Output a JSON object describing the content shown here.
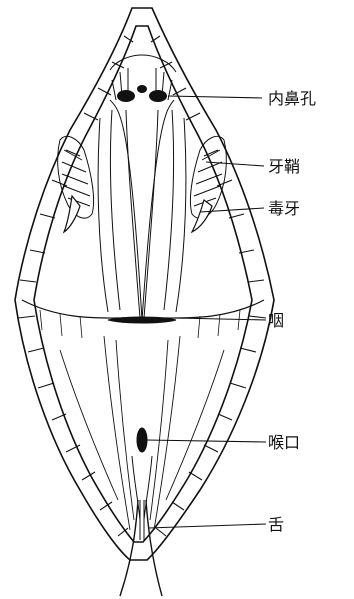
{
  "labels": {
    "internal_nares": "内鼻孔",
    "fang_sheath": "牙鞘",
    "fang": "毒牙",
    "pharynx": "咽",
    "glottis": "喉口",
    "tongue": "舌"
  }
}
